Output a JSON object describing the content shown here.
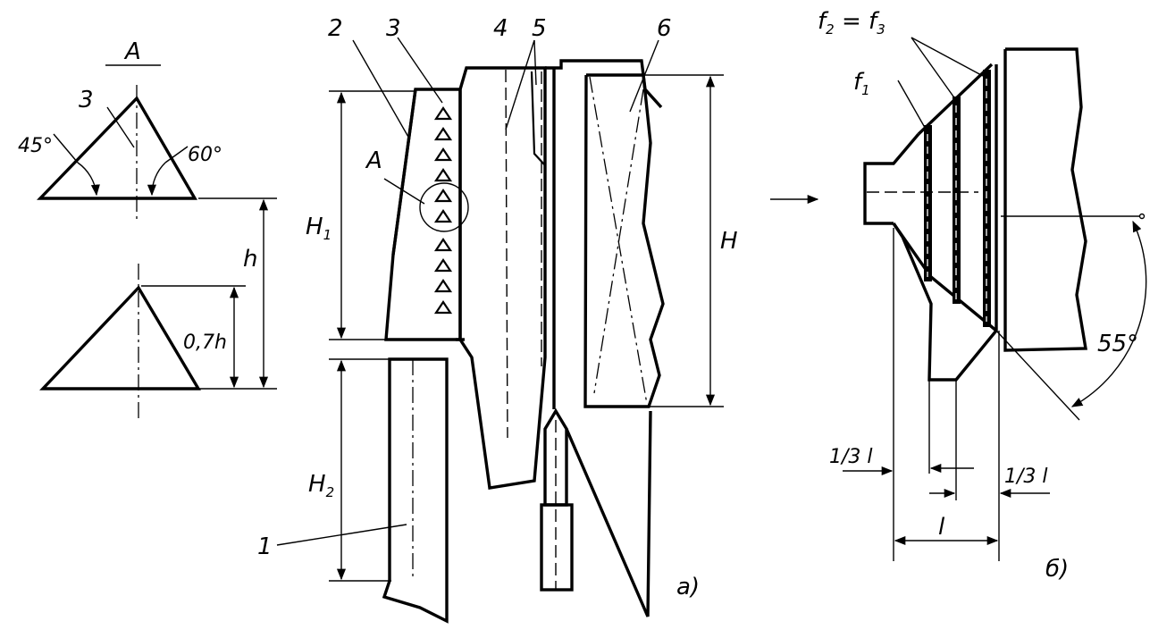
{
  "detail": {
    "title": "A",
    "tooth_label": "3",
    "angle_left": "45°",
    "angle_right": "60°",
    "height_label": "h",
    "height_fraction_label": "0,7h"
  },
  "view_a": {
    "labels": {
      "p1": "1",
      "p2": "2",
      "p3": "3",
      "p4": "4",
      "p5": "5",
      "p6": "6",
      "detail_ref": "A"
    },
    "dim_H1": {
      "main": "H",
      "sub": "1"
    },
    "dim_H2": {
      "main": "H",
      "sub": "2"
    },
    "dim_H": "H",
    "caption": "а)"
  },
  "view_b": {
    "f23": {
      "f2": "f",
      "s2": "2",
      "eq": " = ",
      "f3": "f",
      "s3": "3"
    },
    "f1": {
      "f": "f",
      "s": "1"
    },
    "angle": "55°",
    "dim_left": "1/3 l",
    "dim_right": "1/3 l",
    "dim_l": "l",
    "caption": "б)"
  }
}
